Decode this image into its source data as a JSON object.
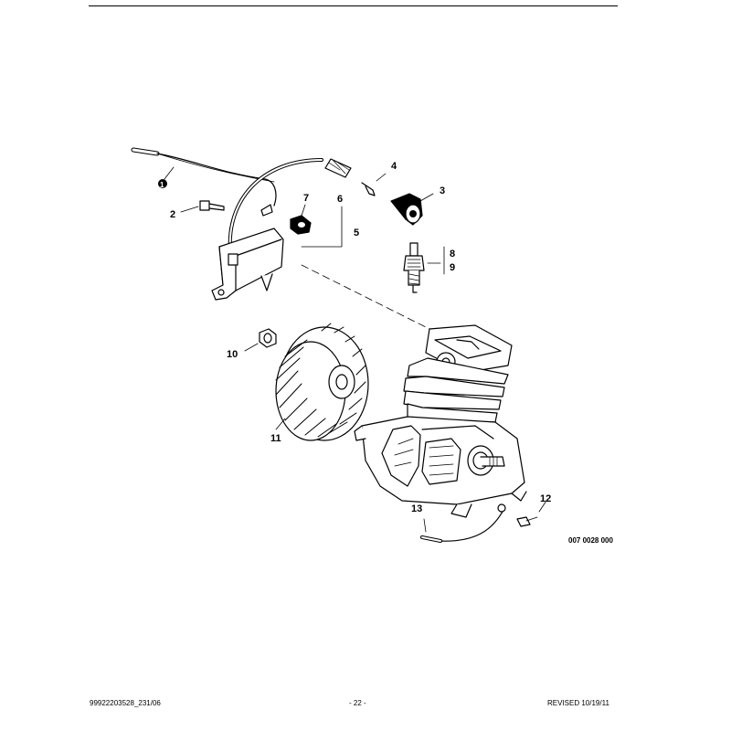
{
  "callouts": {
    "c1": "1",
    "c2": "2",
    "c3": "3",
    "c4": "4",
    "c5": "5",
    "c6": "6",
    "c7": "7",
    "c8": "8",
    "c9": "9",
    "c10": "10",
    "c11": "11",
    "c12": "12",
    "c13": "13"
  },
  "diagram_code": "007 0028 000",
  "footer": {
    "part_number": "99922203528_231/06",
    "page": "- 22 -",
    "revised": "REVISED 10/19/11"
  }
}
